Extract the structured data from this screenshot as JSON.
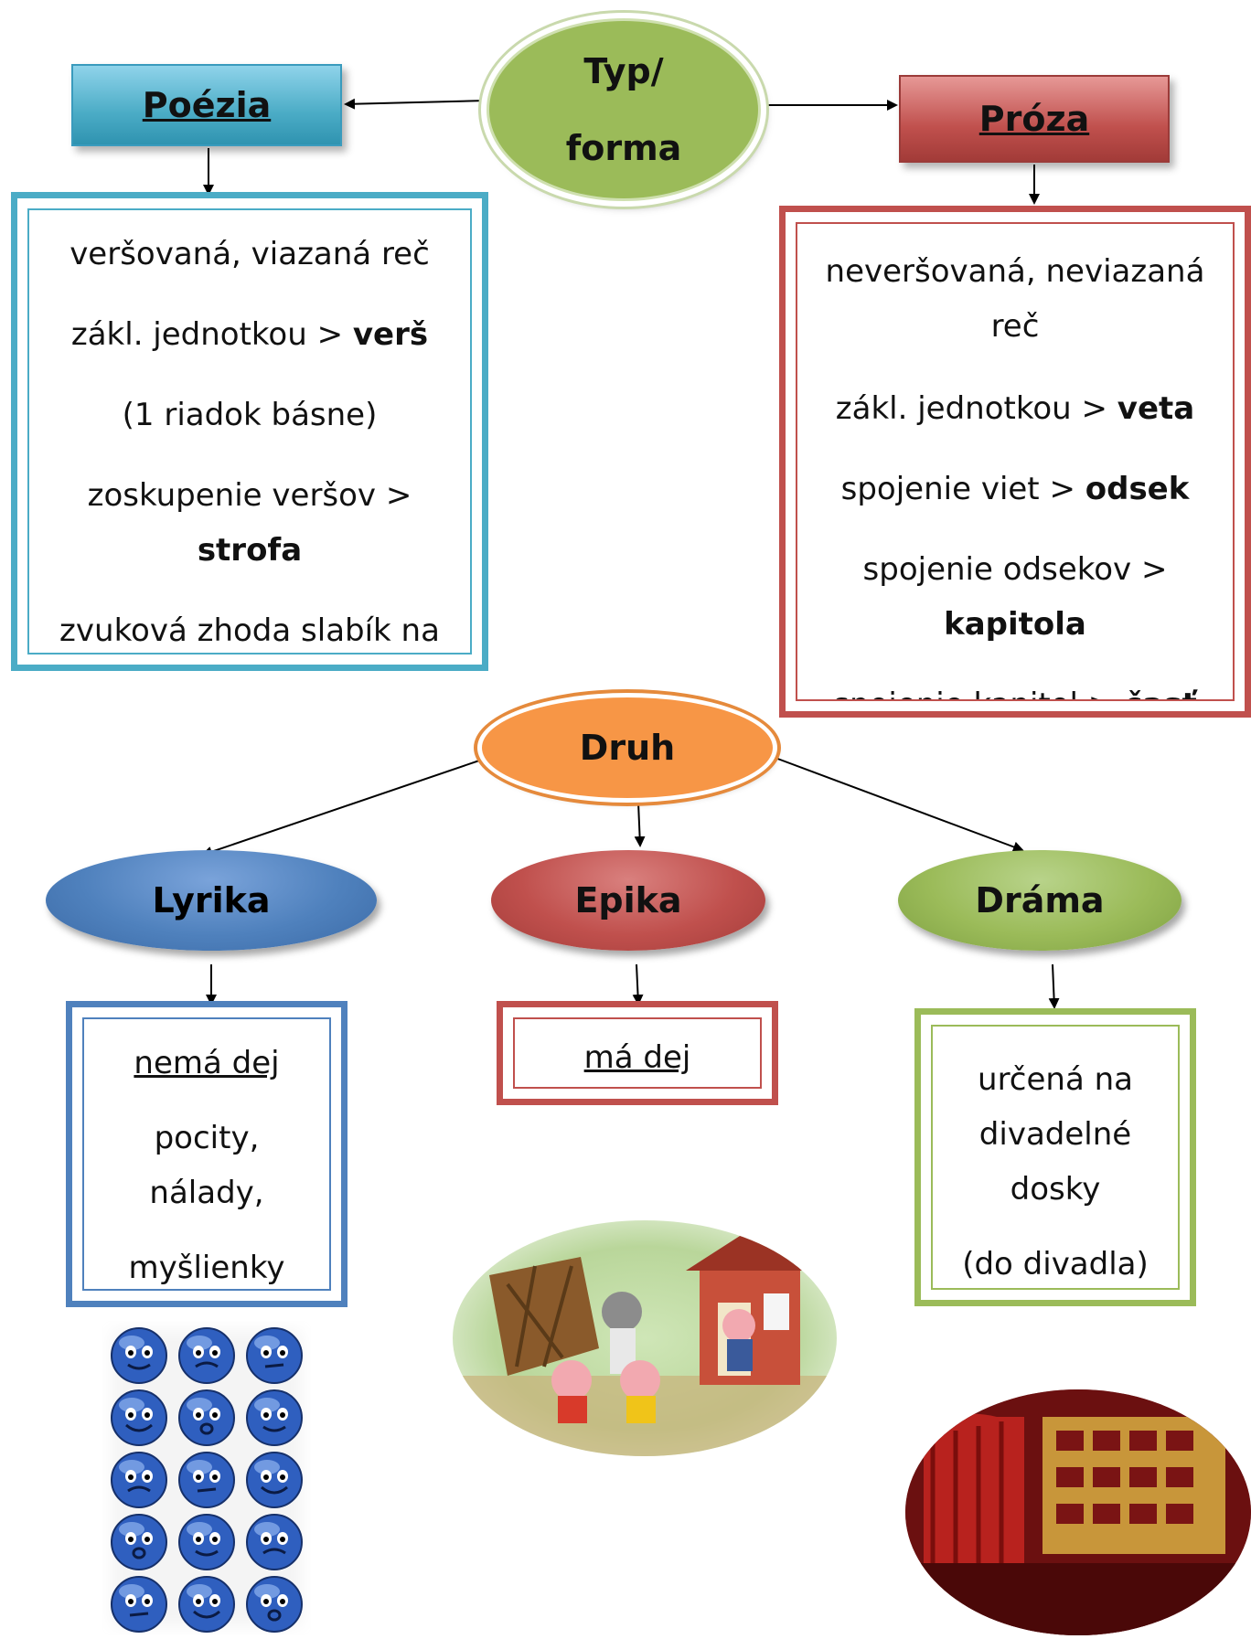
{
  "typ": {
    "line1": "Typ/",
    "line2": "forma"
  },
  "poezia": {
    "title": "Poézia",
    "lines": [
      {
        "text": "veršovaná, viazaná reč",
        "bold": ""
      },
      {
        "text": "zákl. jednotkou > ",
        "bold": "verš"
      },
      {
        "text": "(1 riadok básne)",
        "bold": ""
      },
      {
        "text": "zoskupenie veršov > ",
        "bold": "strofa"
      },
      {
        "text": "zvuková zhoda slabík na",
        "bold": ""
      }
    ]
  },
  "proza": {
    "title": "Próza",
    "lines": [
      {
        "text": "neveršovaná, neviazaná reč",
        "bold": ""
      },
      {
        "text": "zákl. jednotkou > ",
        "bold": "veta"
      },
      {
        "text": "spojenie viet > ",
        "bold": "odsek"
      },
      {
        "text": "spojenie odsekov > ",
        "bold": "kapitola"
      },
      {
        "text": "spojenie kapitol > ",
        "bold": "časť"
      }
    ]
  },
  "druh": {
    "label": "Druh"
  },
  "lyrika": {
    "label": "Lyrika",
    "heading": "nemá dej",
    "lines": [
      "pocity,",
      "nálady,",
      "myšlienky"
    ]
  },
  "epika": {
    "label": "Epika",
    "heading": "má dej"
  },
  "drama": {
    "label": "Dráma",
    "lines": [
      "určená na",
      "divadelné",
      "dosky",
      "(do divadla)"
    ]
  },
  "colors": {
    "blue": "#4bacc6",
    "red": "#c0504d",
    "green": "#9bbb59",
    "orange": "#f79646",
    "lyrika_blue": "#4f81bd"
  }
}
